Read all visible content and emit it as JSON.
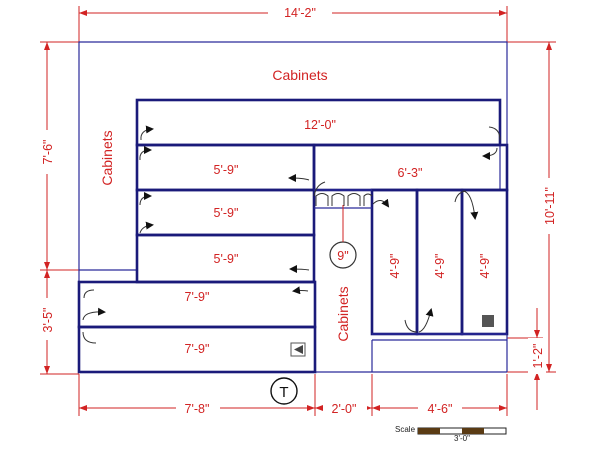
{
  "dimensions": {
    "top_width": "14'-2\"",
    "left_upper": "7'-6\"",
    "left_lower": "3'-5\"",
    "right_height": "10'-11\"",
    "right_small": "1'-2\"",
    "bottom_left": "7'-8\"",
    "bottom_mid": "2'-0\"",
    "bottom_right": "4'-6\""
  },
  "shelves": [
    "12'-0\"",
    "5'-9\"",
    "6'-3\"",
    "5'-9\"",
    "5'-9\"",
    "7'-9\"",
    "7'-9\"",
    "4'-9\"",
    "4'-9\"",
    "4'-9\""
  ],
  "cabinets": {
    "top": "Cabinets",
    "left": "Cabinets",
    "center": "Cabinets"
  },
  "circle_marker": "9\"",
  "t_marker": "T",
  "scale": {
    "label": "Scale",
    "value": "3'-0\""
  }
}
